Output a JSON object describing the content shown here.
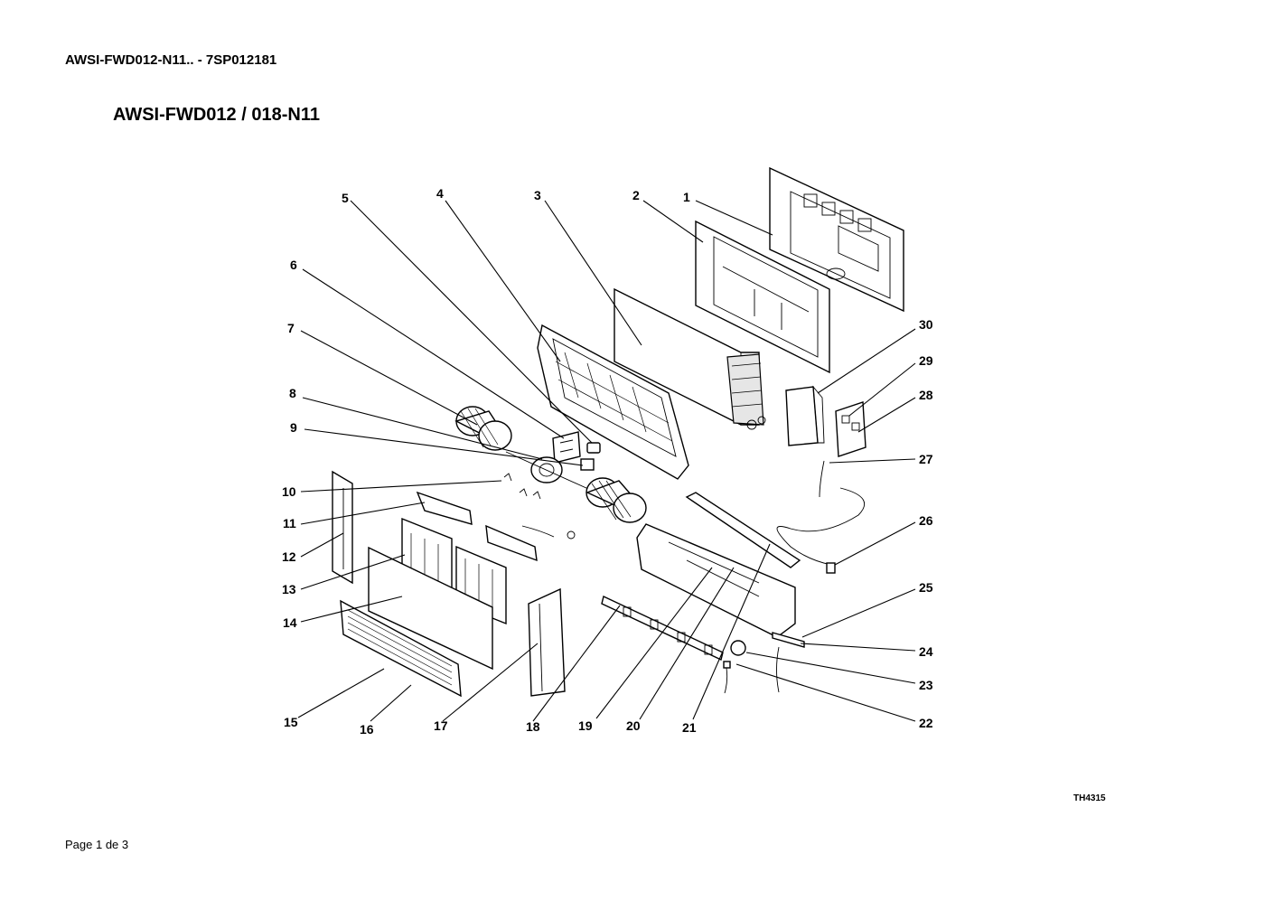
{
  "document": {
    "header": "AWSI-FWD012-N11.. - 7SP012181",
    "model_title": "AWSI-FWD012 / 018-N11",
    "drawing_code": "TH4315",
    "footer": "Page 1 de 3"
  },
  "callouts": [
    "1",
    "2",
    "3",
    "4",
    "5",
    "6",
    "7",
    "8",
    "9",
    "10",
    "11",
    "12",
    "13",
    "14",
    "15",
    "16",
    "17",
    "18",
    "19",
    "20",
    "21",
    "22",
    "23",
    "24",
    "25",
    "26",
    "27",
    "28",
    "29",
    "30"
  ]
}
